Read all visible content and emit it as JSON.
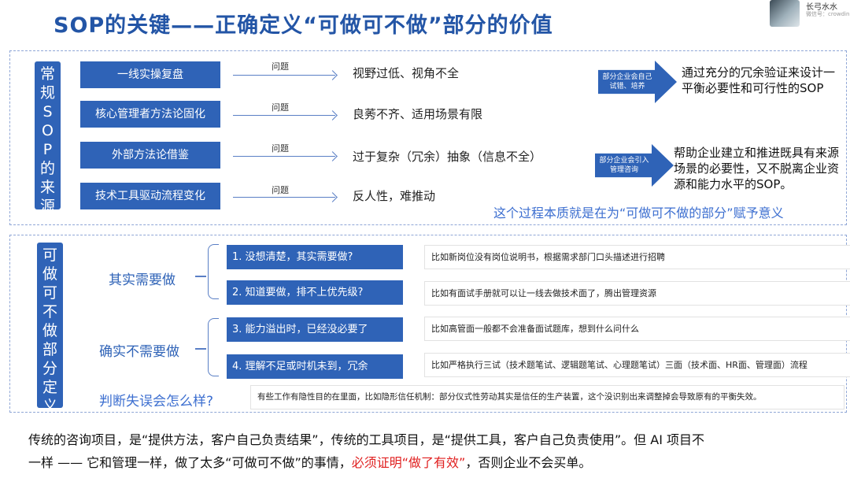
{
  "title": "SOP的关键——正确定义“可做可不做”部分的价值",
  "account": {
    "name": "长弓水水",
    "wechat": "微信号：crowdin"
  },
  "section1": {
    "label": "常规SOP的来源",
    "question_label": "问题",
    "sources": [
      {
        "name": "一线实操复盘",
        "problem": "视野过低、视角不全"
      },
      {
        "name": "核心管理者方法论固化",
        "problem": "良莠不齐、适用场景有限"
      },
      {
        "name": "外部方法论借鉴",
        "problem": "过于复杂（冗余）抽象（信息不全）"
      },
      {
        "name": "技术工具驱动流程变化",
        "problem": "反人性，难推动"
      }
    ],
    "arrow1": "部分企业会自己试错、培养",
    "result1": [
      "通过充分的冗余验证来设计一",
      "平衡必要性和可行性的SOP"
    ],
    "arrow2": "部分企业会引入管理咨询",
    "result2": [
      "帮助企业建立和推进既具有来源",
      "场景的必要性，又不脱离企业资",
      "源和能力水平的SOP。"
    ],
    "essence": "这个过程本质就是在为“可做可不做的部分”赋予意义"
  },
  "section2": {
    "label": "可做可不做部分定义",
    "group1": "其实需要做",
    "group2": "确实不需要做",
    "items": [
      {
        "text": "1. 没想清楚，其实需要做?",
        "example": "比如新岗位没有岗位说明书，根据需求部门口头描述进行招聘"
      },
      {
        "text": "2. 知道要做，排不上优先级?",
        "example": "比如有面试手册就可以让一线去做技术面了，腾出管理资源"
      },
      {
        "text": "3. 能力溢出时，已经没必要了",
        "example": "比如高管面一般都不会准备面试题库，想到什么问什么"
      },
      {
        "text": "4. 理解不足或时机未到，冗余",
        "example": "比如严格执行三试（技术题笔试、逻辑题笔试、心理题笔试）三面（技术面、HR面、管理面）流程"
      }
    ],
    "judge": "判断失误会怎么样?",
    "judge_example": "有些工作有隐性目的在里面，比如隐形信任机制：部分仪式性劳动其实是信任的生产装置，这个没识别出来调整掉会导致原有的平衡失效。"
  },
  "footer": {
    "line1": "传统的咨询项目，是“提供方法，客户自己负责结果”，传统的工具项目，是“提供工具，客户自己负责使用”。但 AI 项目不",
    "line2_a": "一样 —— 它和管理一样，做了太多“可做可不做”的事情，",
    "line2_red": "必须证明“做了有效”",
    "line2_b": "，否则企业不会买单。"
  }
}
